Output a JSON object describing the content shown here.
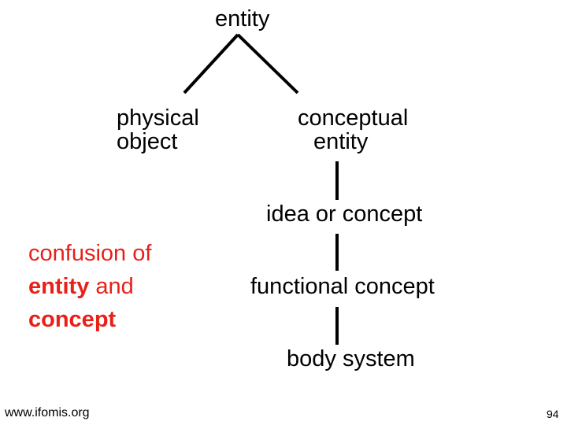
{
  "diagram": {
    "root": "entity",
    "physical": {
      "line1": "physical",
      "line2": "object"
    },
    "conceptual": {
      "line1": "conceptual",
      "line2": "entity"
    },
    "idea": "idea or concept",
    "functional": "functional concept",
    "body": "body system"
  },
  "note": {
    "line1": "confusion of",
    "entity_word": "entity",
    "and_word": " and",
    "concept_word": "concept",
    "color": "#e8201a"
  },
  "footer": {
    "url": "www.ifomis.org",
    "page_number": "94"
  }
}
